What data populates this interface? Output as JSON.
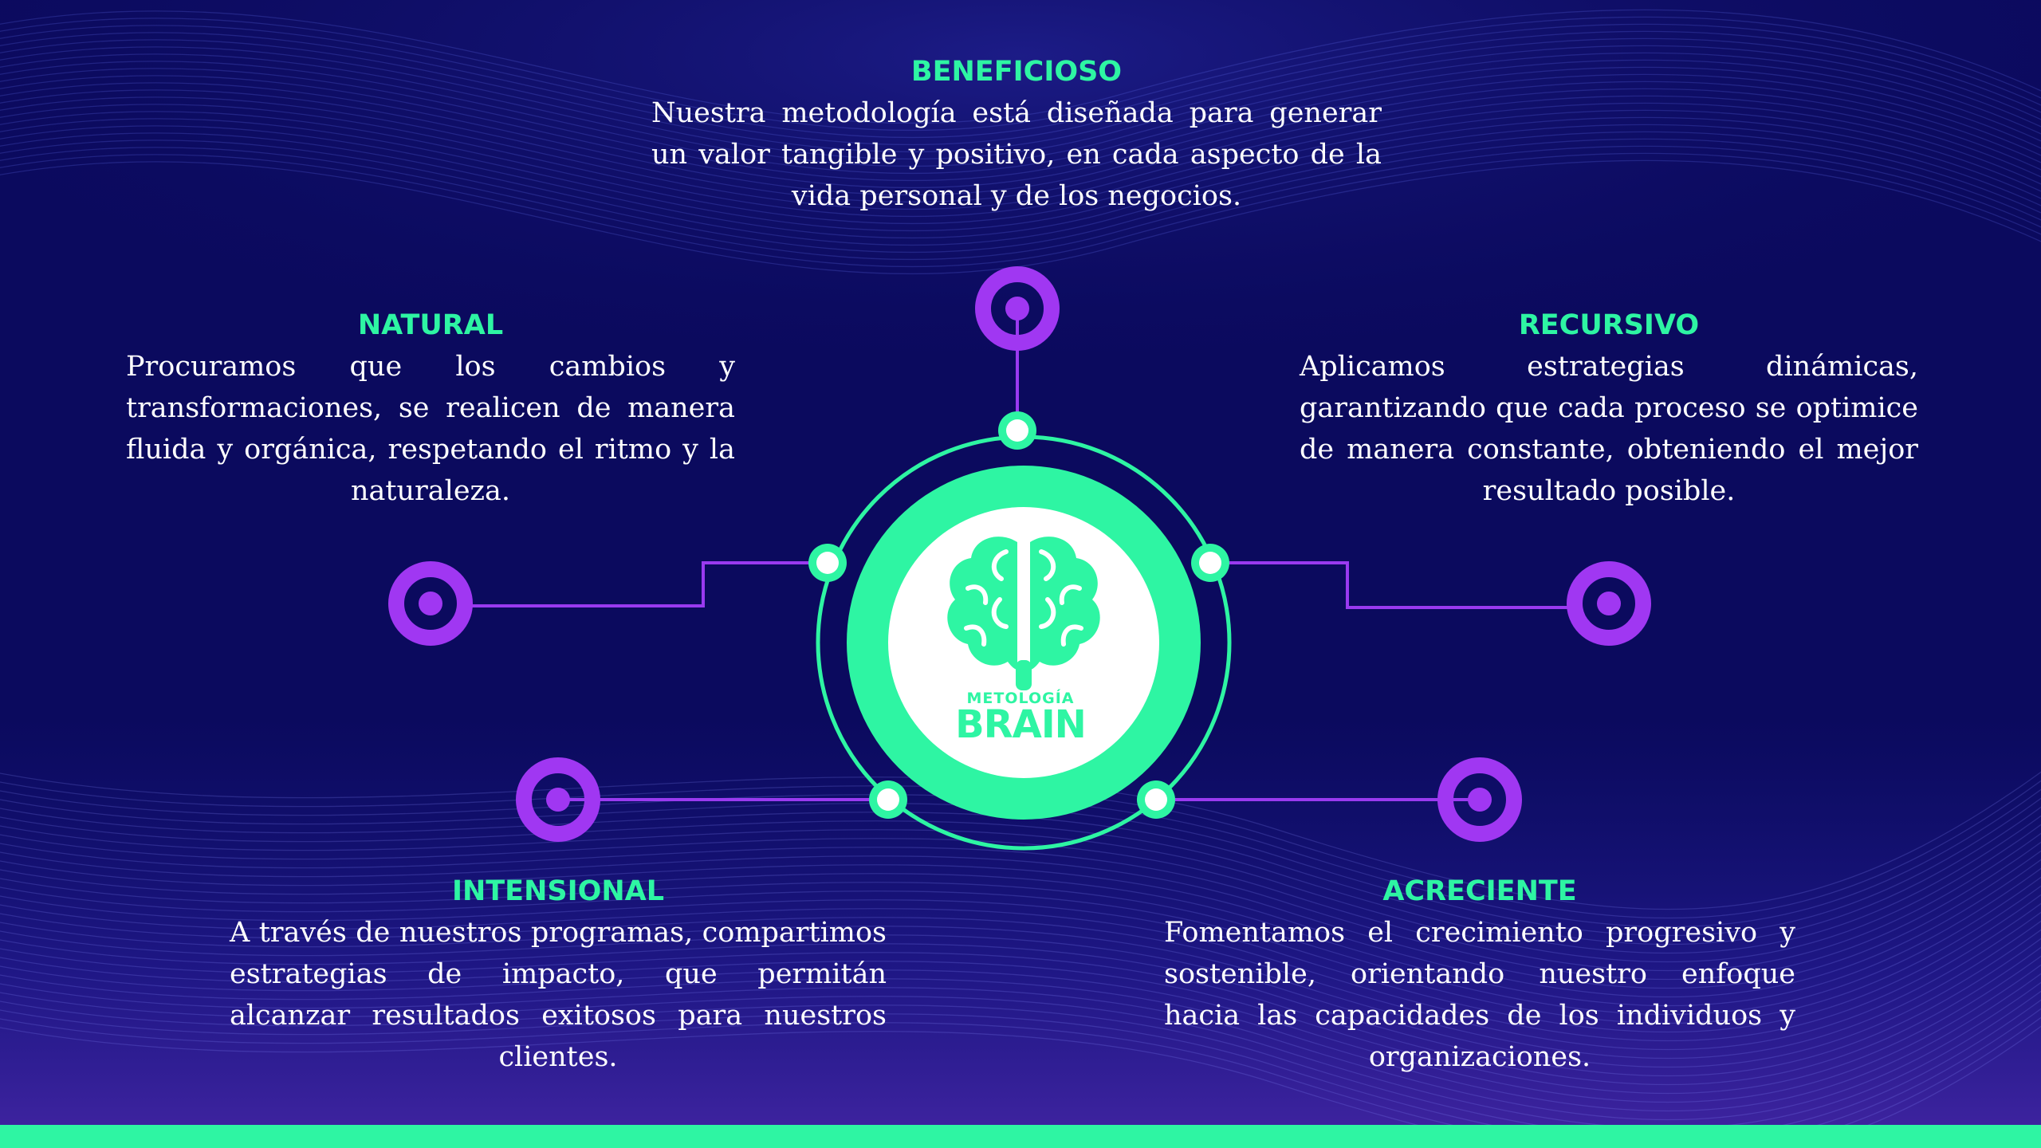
{
  "colors": {
    "background": "#0b0a5e",
    "accent_green": "#2ef5a3",
    "accent_purple": "#a037f2",
    "text": "#ffffff"
  },
  "center": {
    "top_label": "METOLOGÍA",
    "main_label": "BRAIN",
    "icon": "brain-icon"
  },
  "blocks": {
    "beneficioso": {
      "title": "BENEFICIOSO",
      "body": "Nuestra metodología está diseñada para generar un valor tangible y positivo, en cada aspecto de la vida personal y de los negocios."
    },
    "natural": {
      "title": "NATURAL",
      "body": "Procuramos que los cambios y transformaciones, se realicen de manera fluida y orgánica, respetando el ritmo y la naturaleza."
    },
    "recursivo": {
      "title": "RECURSIVO",
      "body": "Aplicamos estrategias dinámicas, garantizando que cada proceso se optimice de manera constante, obteniendo el mejor resultado posible."
    },
    "intensional": {
      "title": "INTENSIONAL",
      "body": "A través de nuestros programas, compartimos estrategias de impacto, que permitán alcanzar resultados exitosos para nuestros clientes."
    },
    "acreciente": {
      "title": "ACRECIENTE",
      "body": "Fomentamos el crecimiento progresivo y sostenible, orientando nuestro enfoque hacia las capacidades de los individuos y organizaciones."
    }
  }
}
